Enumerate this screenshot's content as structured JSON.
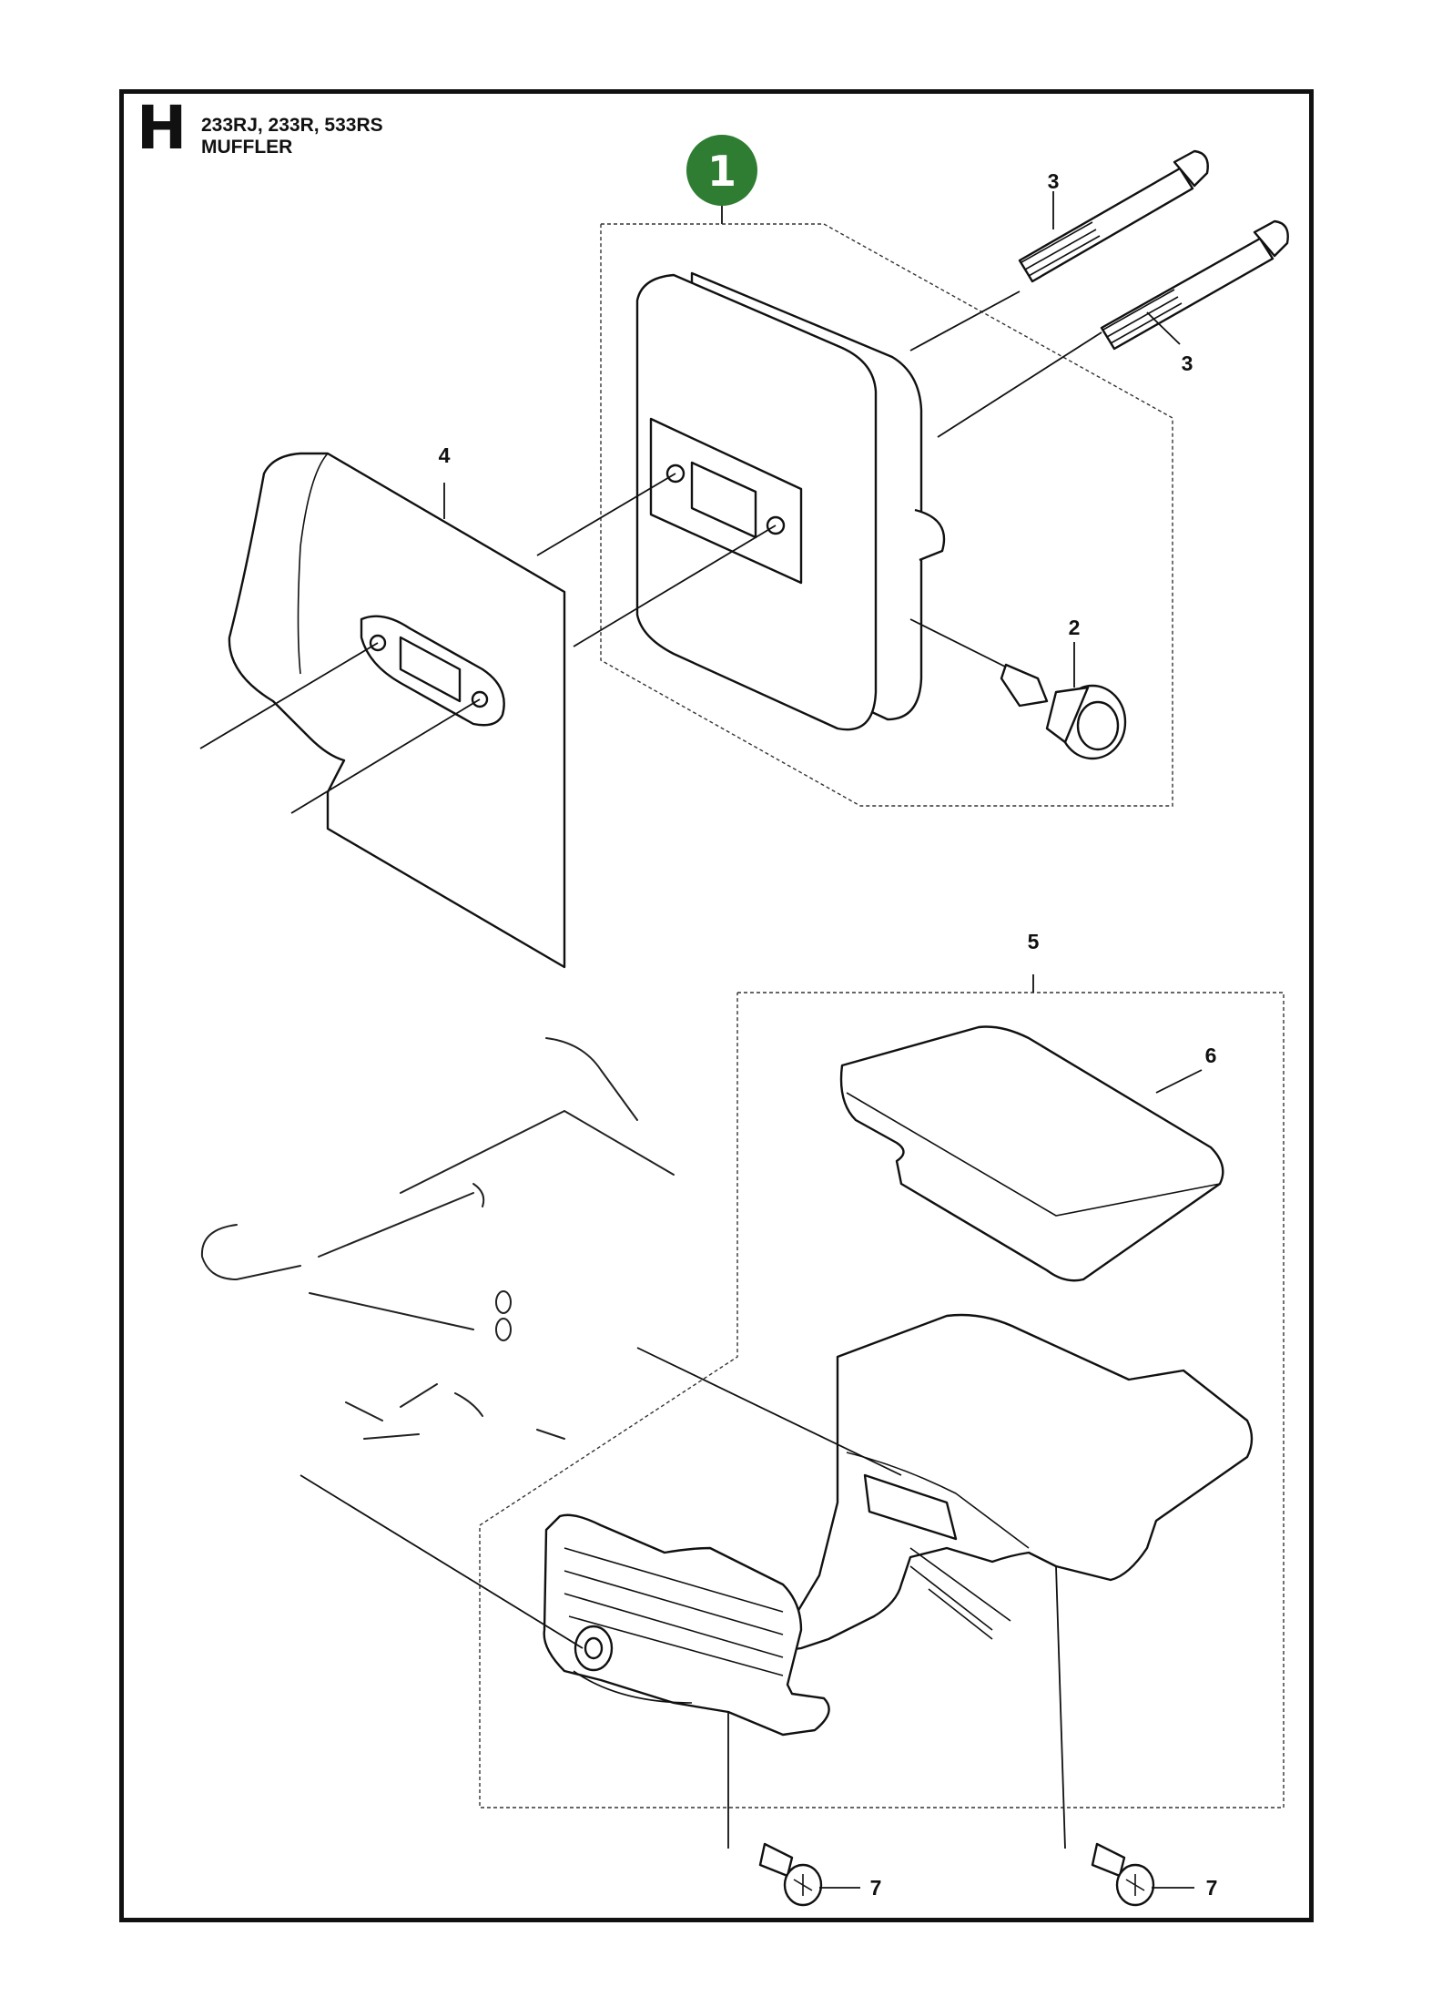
{
  "header": {
    "section_letter": "H",
    "models": "233RJ, 233R, 533RS",
    "group_name": "MUFFLER"
  },
  "assembly_badge": {
    "label": "1",
    "color": "#2e7d32"
  },
  "callouts": {
    "bolt_top": "3",
    "bolt_lower": "3",
    "heat_shield": "4",
    "spark_screen": "2",
    "guard_assembly": "5",
    "insulation_plate": "6",
    "screw_left": "7",
    "screw_right": "7"
  }
}
